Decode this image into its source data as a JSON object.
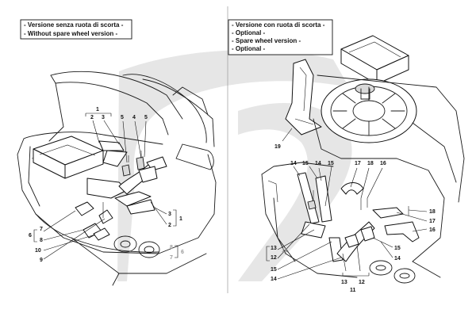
{
  "left_panel": {
    "version_lines": [
      "- Versione senza ruota di scorta -",
      "- Without spare wheel version -"
    ],
    "callouts": {
      "c1": "1",
      "c2": "2",
      "c3": "3",
      "c4": "4",
      "c5a": "5",
      "c5b": "5",
      "c3b": "3",
      "c1b": "1",
      "c2b": "2",
      "c6": "6",
      "c7": "7",
      "c8": "8",
      "c10": "10",
      "c9": "9",
      "c8g": "8",
      "c7g": "7",
      "c6g": "6"
    }
  },
  "right_panel": {
    "version_lines": [
      "- Versione con ruota di scorta -",
      "- Optional -",
      "- Spare wheel version -",
      "- Optional -"
    ],
    "callouts": {
      "c19": "19",
      "c14a": "14",
      "c15a": "15",
      "c14b": "14",
      "c15b": "15",
      "c17": "17",
      "c18": "18",
      "c16": "16",
      "c18b": "18",
      "c17b": "17",
      "c16b": "16",
      "c11": "11",
      "c13": "13",
      "c12": "12",
      "c15c": "15",
      "c14c": "14",
      "c15d": "15",
      "c14d": "14",
      "c13b": "13",
      "c12b": "12",
      "c11b": "11"
    }
  }
}
